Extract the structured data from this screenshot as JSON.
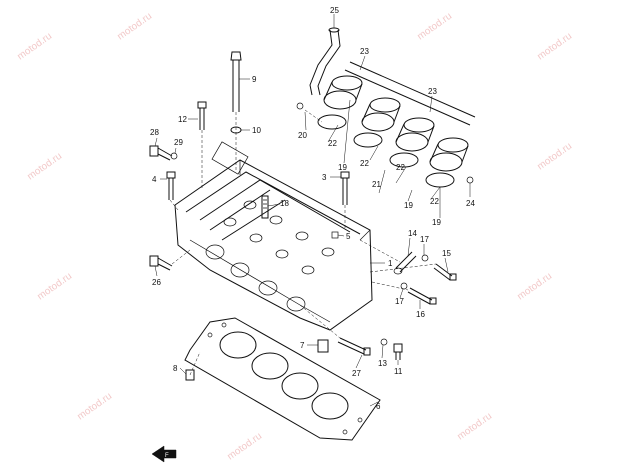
{
  "watermark": {
    "text": "motod.ru"
  },
  "colors": {
    "ink": "#111111",
    "background": "#ffffff",
    "watermark": "#f2c9c9"
  },
  "callouts": [
    {
      "id": "c25",
      "text": "25"
    },
    {
      "id": "c23a",
      "text": "23"
    },
    {
      "id": "c23b",
      "text": "23"
    },
    {
      "id": "c9",
      "text": "9"
    },
    {
      "id": "c12",
      "text": "12"
    },
    {
      "id": "c10",
      "text": "10"
    },
    {
      "id": "c20",
      "text": "20"
    },
    {
      "id": "c22a",
      "text": "22"
    },
    {
      "id": "c22b",
      "text": "22"
    },
    {
      "id": "c22c",
      "text": "22"
    },
    {
      "id": "c22d",
      "text": "22"
    },
    {
      "id": "c19a",
      "text": "19"
    },
    {
      "id": "c19b",
      "text": "19"
    },
    {
      "id": "c19c",
      "text": "19"
    },
    {
      "id": "c21",
      "text": "21"
    },
    {
      "id": "c24",
      "text": "24"
    },
    {
      "id": "c28",
      "text": "28"
    },
    {
      "id": "c29",
      "text": "29"
    },
    {
      "id": "c4",
      "text": "4"
    },
    {
      "id": "c3",
      "text": "3"
    },
    {
      "id": "c18",
      "text": "18"
    },
    {
      "id": "c5",
      "text": "5"
    },
    {
      "id": "c14",
      "text": "14"
    },
    {
      "id": "c17a",
      "text": "17"
    },
    {
      "id": "c15",
      "text": "15"
    },
    {
      "id": "c1",
      "text": "1"
    },
    {
      "id": "c17b",
      "text": "17"
    },
    {
      "id": "c16",
      "text": "16"
    },
    {
      "id": "c26",
      "text": "26"
    },
    {
      "id": "c7",
      "text": "7"
    },
    {
      "id": "c13",
      "text": "13"
    },
    {
      "id": "c27",
      "text": "27"
    },
    {
      "id": "c11",
      "text": "11"
    },
    {
      "id": "c8",
      "text": "8"
    },
    {
      "id": "c6",
      "text": "6"
    }
  ],
  "front_mark": {
    "text": "F"
  }
}
